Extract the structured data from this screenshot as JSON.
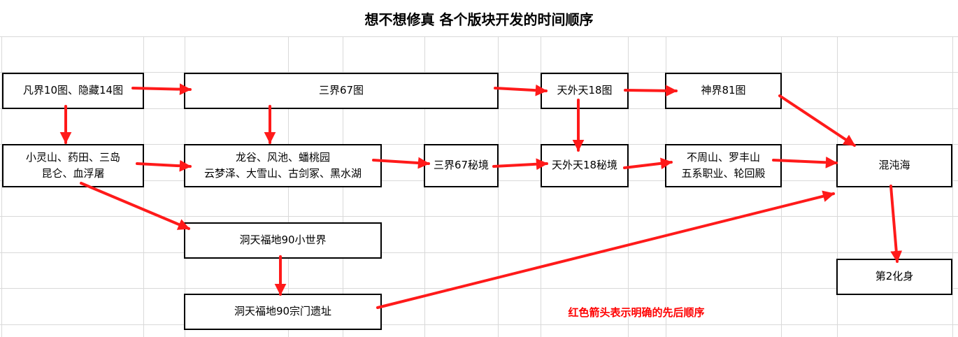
{
  "title": "想不想修真  各个版块开发的时间顺序",
  "nodes": {
    "fanjie": "凡界10图、隐藏14图",
    "sanjie": "三界67图",
    "tianwaitian": "天外天18图",
    "shenjie": "神界81图",
    "xiaolingshan_1": "小灵山、药田、三岛",
    "xiaolingshan_2": "昆仑、血浮屠",
    "longgu_1": "龙谷、风池、蟠桃园",
    "longgu_2": "云梦泽、大雪山、古剑冢、黑水湖",
    "sanjie_mijing": "三界67秘境",
    "tianwaitian_mijing": "天外天18秘境",
    "buzhou_1": "不周山、罗丰山",
    "buzhou_2": "五系职业、轮回殿",
    "hundunhai": "混沌海",
    "dongtian_xiaoshijie": "洞天福地90小世界",
    "dongtian_zongmen": "洞天福地90宗门遗址",
    "dierhuashen": "第2化身"
  },
  "legend_note": "红色箭头表示明确的先后顺序",
  "colors": {
    "arrow": "#ff1a1a",
    "note": "#ff0000",
    "border": "#000000"
  }
}
